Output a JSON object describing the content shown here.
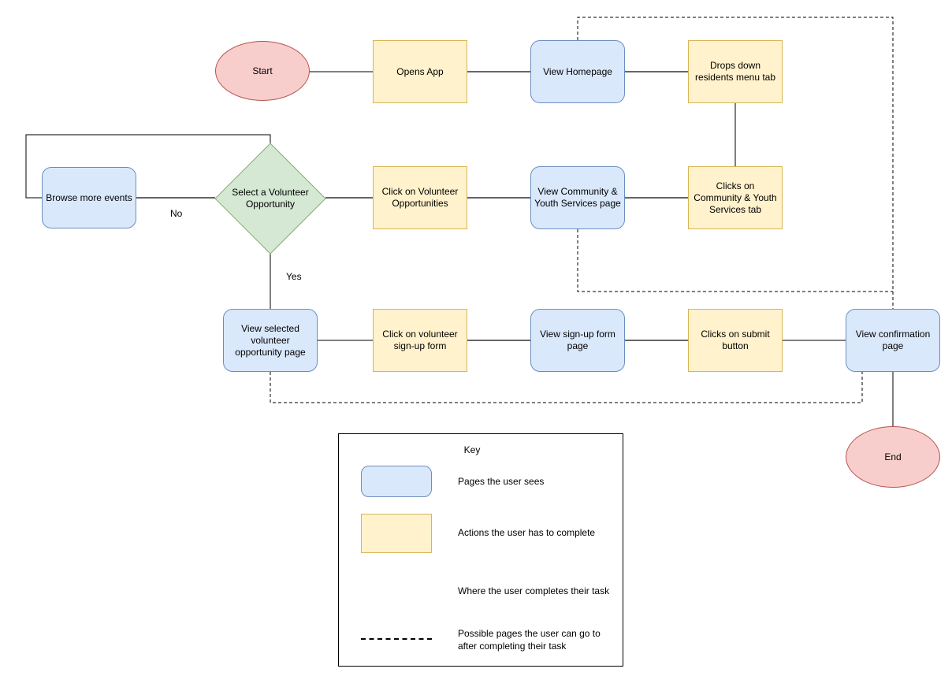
{
  "diagram": {
    "nodes": {
      "start": {
        "label": "Start",
        "type": "terminator"
      },
      "opens_app": {
        "label": "Opens App",
        "type": "action"
      },
      "view_homepage": {
        "label": "View Homepage",
        "type": "page"
      },
      "drops_down_residents_menu": {
        "label": "Drops down residents menu tab",
        "type": "action"
      },
      "browse_more_events": {
        "label": "Browse more events",
        "type": "page"
      },
      "select_volunteer_opportunity": {
        "label": "Select a Volunteer Opportunity",
        "type": "decision"
      },
      "click_volunteer_opportunities": {
        "label": "Click on Volunteer Opportunities",
        "type": "action"
      },
      "view_community_youth_services": {
        "label": "View Community & Youth Services page",
        "type": "page"
      },
      "clicks_community_youth_tab": {
        "label": "Clicks on Community & Youth Services tab",
        "type": "action"
      },
      "view_selected_opportunity": {
        "label": "View selected volunteer opportunity page",
        "type": "page"
      },
      "click_signup_form": {
        "label": "Click on volunteer sign-up form",
        "type": "action"
      },
      "view_signup_form_page": {
        "label": "View sign-up form page",
        "type": "page"
      },
      "clicks_submit_button": {
        "label": "Clicks on submit button",
        "type": "action"
      },
      "view_confirmation_page": {
        "label": "View confirmation page",
        "type": "page"
      },
      "end": {
        "label": "End",
        "type": "terminator"
      }
    },
    "edge_labels": {
      "no": "No",
      "yes": "Yes"
    },
    "legend": {
      "title": "Key",
      "items": [
        {
          "label": "Pages the user sees"
        },
        {
          "label": "Actions the user has to complete"
        },
        {
          "label": "Where the user completes their task"
        },
        {
          "label": "Possible pages the user can go to after completing their task"
        }
      ]
    },
    "colors": {
      "page_fill": "#dae8fc",
      "page_stroke": "#6c8ebf",
      "action_fill": "#fff2cc",
      "action_stroke": "#d6b656",
      "decision_fill": "#d5e8d4",
      "decision_stroke": "#82b366",
      "terminator_fill": "#f8cecc",
      "terminator_stroke": "#b85450",
      "edge_black": "#000000",
      "edge_gray": "#666666"
    }
  }
}
